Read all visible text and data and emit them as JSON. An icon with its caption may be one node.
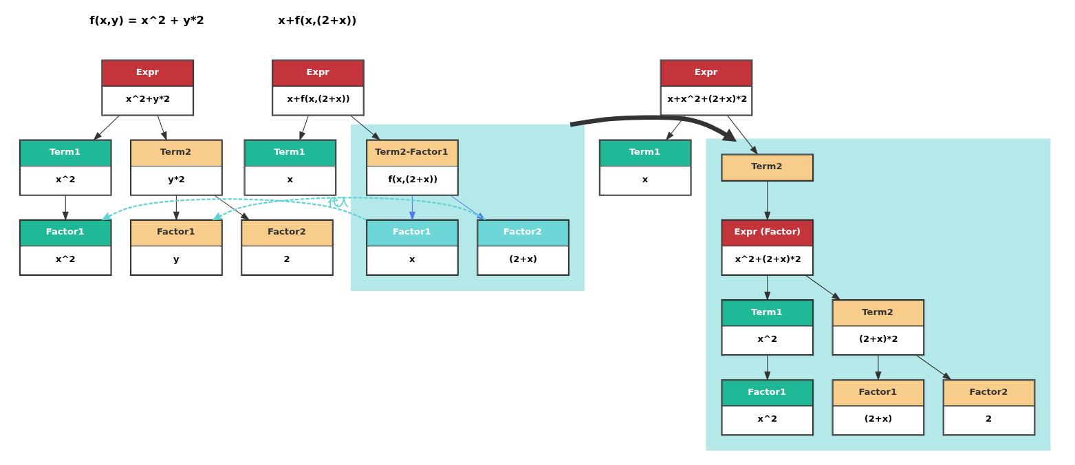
{
  "diagram": {
    "nodes": [
      {
        "text": [
          "Expr",
          "x^2+y*2"
        ]
      },
      {
        "text": [
          "Term1",
          "x^2"
        ]
      },
      {
        "text": [
          "Term2",
          "y*2"
        ]
      },
      {
        "text": [
          "Factor1",
          "x^2"
        ]
      },
      {
        "text": [
          "Factor1",
          "y"
        ]
      },
      {
        "text": [
          "Factor2",
          "2"
        ]
      },
      {
        "text": [
          "Expr",
          "x+f(x,(2+x))"
        ]
      },
      {
        "text": [
          "Term1",
          "x"
        ]
      },
      {
        "text": [],
        "shape": "box"
      },
      {
        "text": [
          "Term2-Factor1",
          "f(x,(2+x))"
        ],
        "in": 8
      },
      {
        "text": [
          "Factor1",
          "x"
        ],
        "in": 8
      },
      {
        "text": [
          "Factor2",
          "(2+x)"
        ],
        "in": 8
      },
      {
        "text": [
          "Expr",
          "x+x^2+(2+x)*2"
        ]
      },
      {
        "text": [
          "Term1",
          "x"
        ]
      },
      {
        "text": [],
        "shape": "box"
      },
      {
        "text": [
          "Term2"
        ],
        "in": 14
      },
      {
        "text": [
          "Expr (Factor)",
          "x^2+(2+x)*2"
        ],
        "in": 14
      },
      {
        "text": [
          "Term1",
          "x^2"
        ],
        "in": 14
      },
      {
        "text": [
          "Term2",
          "(2+x)*2"
        ],
        "in": 14
      },
      {
        "text": [
          "Factor1",
          "x^2"
        ],
        "in": 14
      },
      {
        "text": [
          "Factor1",
          "(2+x)"
        ],
        "in": 14
      },
      {
        "text": [
          "Factor2",
          "2"
        ],
        "in": 14
      }
    ],
    "edges": [
      {
        "from": 0,
        "to": 1,
        "arrow": "to"
      },
      {
        "from": 0,
        "to": 2,
        "arrow": "to"
      },
      {
        "from": 1,
        "to": 3,
        "arrow": "to"
      },
      {
        "from": 2,
        "to": 4,
        "arrow": "to"
      },
      {
        "from": 2,
        "to": 5,
        "arrow": "to"
      },
      {
        "from": 6,
        "to": 7,
        "arrow": "to"
      },
      {
        "from": 6,
        "to": 9,
        "arrow": "to"
      },
      {
        "from": 9,
        "to": 10,
        "arrow": "to",
        "color": "#4f7be8"
      },
      {
        "from": 9,
        "to": 11,
        "arrow": "to",
        "color": "#4f7be8"
      },
      {
        "from": 10,
        "to": 3,
        "arrow": "to",
        "style": "dashed",
        "color": "#5fd3d3"
      },
      {
        "from": 11,
        "to": 4,
        "arrow": "to",
        "style": "dashed",
        "color": "#5fd3d3",
        "label": "代入"
      },
      {
        "from": 8,
        "to": 14,
        "arrow": "to",
        "style": "thick"
      },
      {
        "from": 12,
        "to": 13,
        "arrow": "to"
      },
      {
        "from": 12,
        "to": 15,
        "arrow": "to"
      },
      {
        "from": 15,
        "to": 16,
        "arrow": "to"
      },
      {
        "from": 16,
        "to": 17,
        "arrow": "to"
      },
      {
        "from": 16,
        "to": 18,
        "arrow": "to"
      },
      {
        "from": 17,
        "to": 19,
        "arrow": "to"
      },
      {
        "from": 18,
        "to": 20,
        "arrow": "to"
      },
      {
        "from": 18,
        "to": 21,
        "arrow": "to"
      }
    ],
    "labels": [
      "f(x,y) = x^2 + y*2",
      "x+f(x,(2+x))"
    ]
  }
}
